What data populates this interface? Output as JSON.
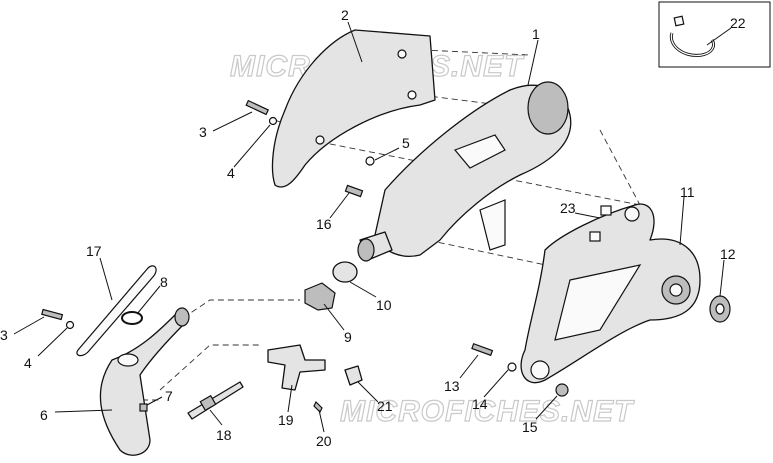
{
  "diagram": {
    "watermark_text": "MICROFICHES.NET",
    "callouts": [
      {
        "id": "c1",
        "label": "1"
      },
      {
        "id": "c2",
        "label": "2"
      },
      {
        "id": "c3a",
        "label": "3"
      },
      {
        "id": "c4a",
        "label": "4"
      },
      {
        "id": "c5",
        "label": "5"
      },
      {
        "id": "c16",
        "label": "16"
      },
      {
        "id": "c22",
        "label": "22"
      },
      {
        "id": "c11",
        "label": "11"
      },
      {
        "id": "c23",
        "label": "23"
      },
      {
        "id": "c12",
        "label": "12"
      },
      {
        "id": "c17",
        "label": "17"
      },
      {
        "id": "c8",
        "label": "8"
      },
      {
        "id": "c10",
        "label": "10"
      },
      {
        "id": "c9",
        "label": "9"
      },
      {
        "id": "c3b",
        "label": "3"
      },
      {
        "id": "c4b",
        "label": "4"
      },
      {
        "id": "c6",
        "label": "6"
      },
      {
        "id": "c7",
        "label": "7"
      },
      {
        "id": "c18",
        "label": "18"
      },
      {
        "id": "c19",
        "label": "19"
      },
      {
        "id": "c20",
        "label": "20"
      },
      {
        "id": "c21",
        "label": "21"
      },
      {
        "id": "c13",
        "label": "13"
      },
      {
        "id": "c14",
        "label": "14"
      },
      {
        "id": "c15",
        "label": "15"
      }
    ]
  }
}
